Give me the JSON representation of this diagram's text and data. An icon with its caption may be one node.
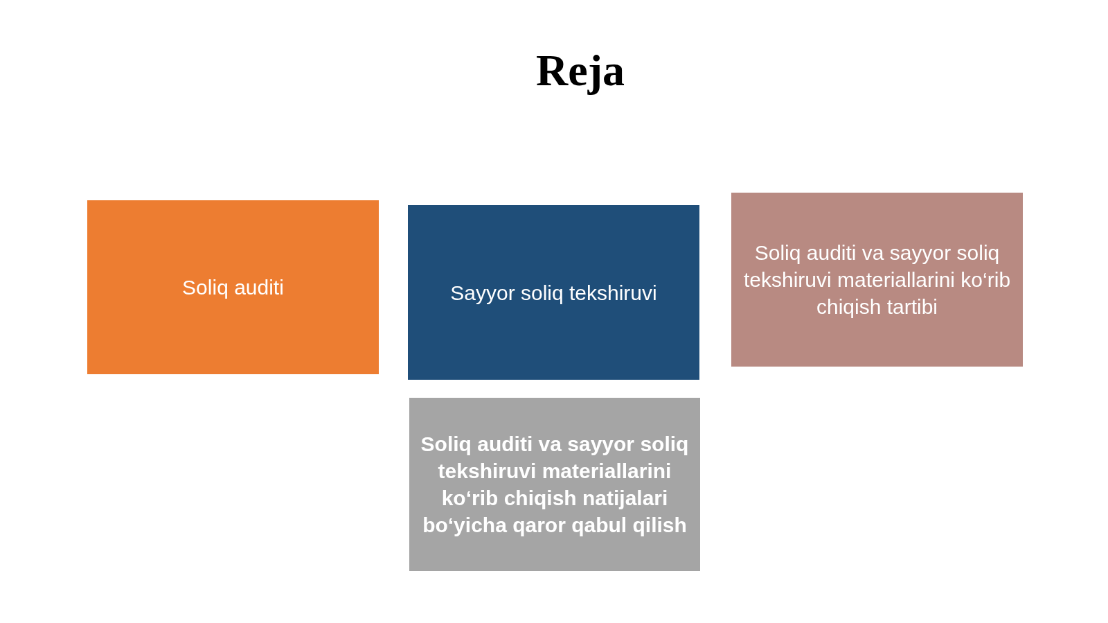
{
  "diagram": {
    "title": "Reja",
    "nodes": [
      {
        "text": [
          "Soliq auditi"
        ]
      },
      {
        "text": [
          "Sayyor soliq tekshiruvi"
        ]
      },
      {
        "text": [
          "Soliq auditi va sayyor soliq tekshiruvi materiallarini ko‘rib chiqish tartibi"
        ]
      },
      {
        "text": [
          "Soliq auditi va sayyor soliq tekshiruvi materiallarini ko‘rib chiqish natijalari bo‘yicha qaror qabul qilish"
        ]
      }
    ]
  }
}
